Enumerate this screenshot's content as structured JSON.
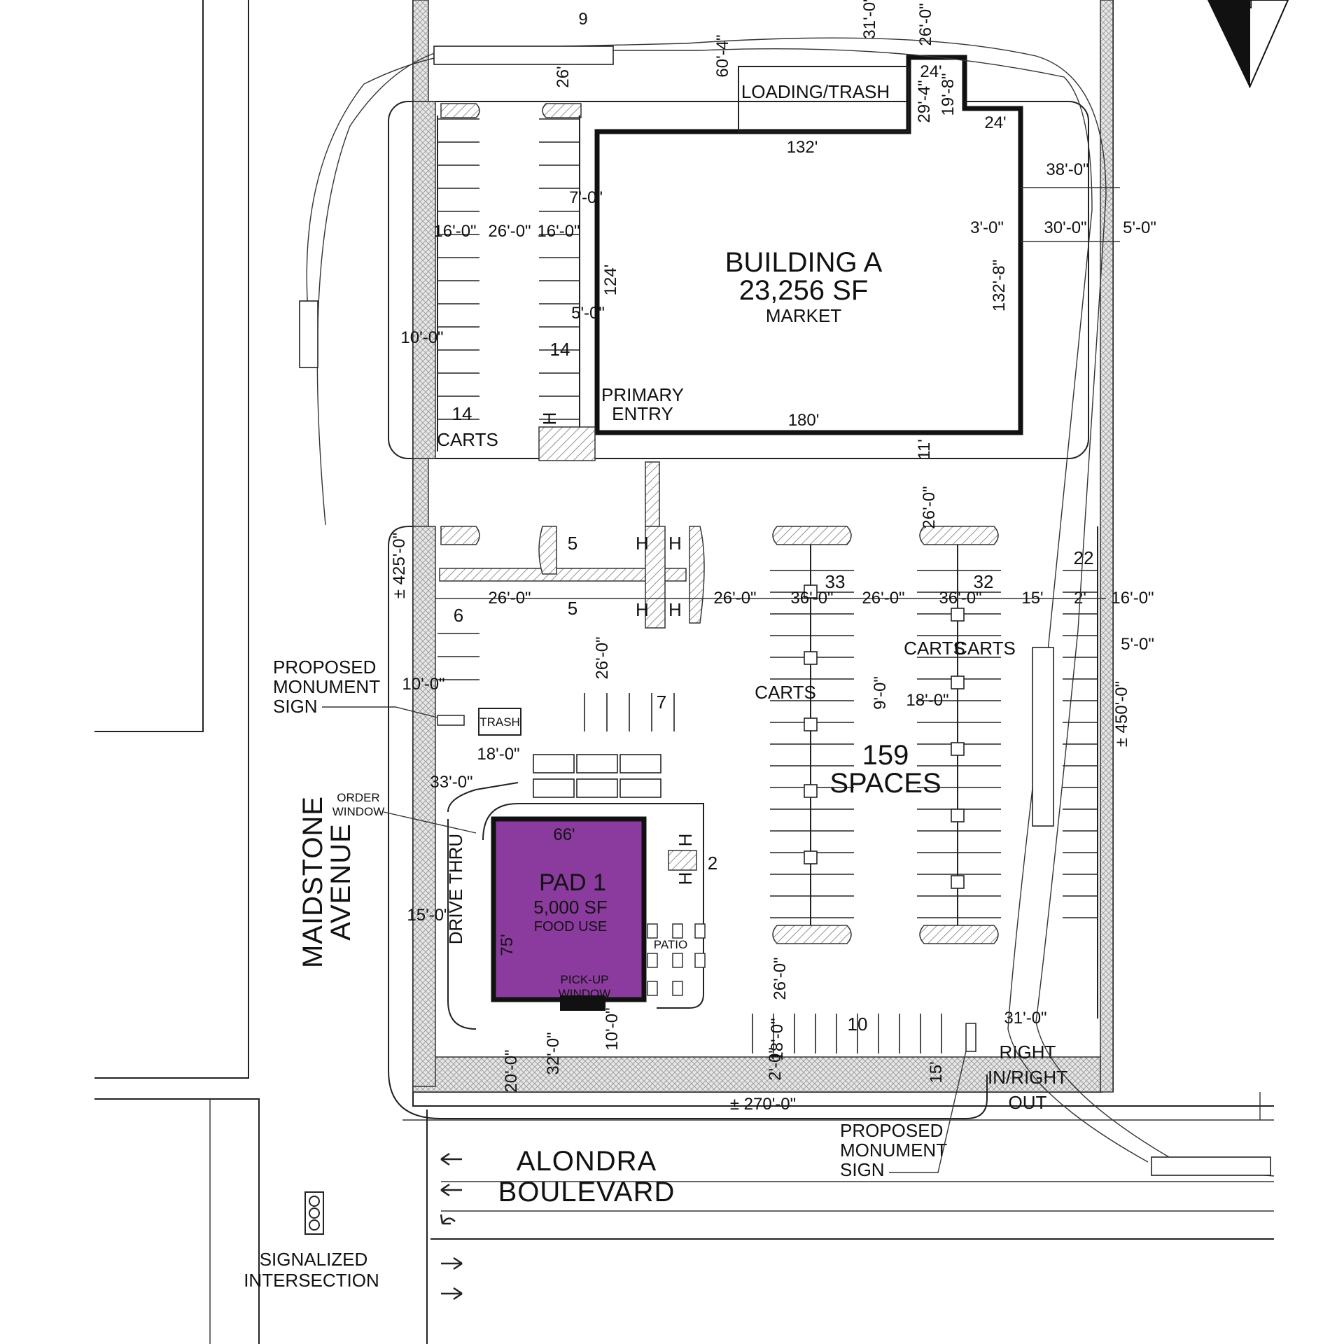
{
  "building_a": {
    "name": "BUILDING A",
    "area": "23,256 SF",
    "use": "MARKET",
    "loading": "LOADING/TRASH",
    "primary_entry": [
      "PRIMARY",
      "ENTRY"
    ],
    "dims": {
      "top": "132'",
      "bottom": "180'",
      "side": "124'",
      "right_side": "132'-8\"",
      "notch_w": "24'",
      "notch_h": "29'-4\"",
      "notch_h2": "19'-8\"",
      "notch_w2": "24'",
      "front": "11'"
    }
  },
  "pad1": {
    "name": "PAD 1",
    "area": "5,000 SF",
    "use": "FOOD USE",
    "width": "66'",
    "depth": "75'",
    "pickup": [
      "PICK-UP",
      "WINDOW"
    ],
    "order": [
      "ORDER",
      "WINDOW"
    ],
    "drive_thru": "DRIVE THRU",
    "patio": "PATIO",
    "trash": "TRASH",
    "color": "#8b3a9e"
  },
  "parking": {
    "total_count": "159",
    "total_label": "SPACES",
    "counts": [
      "14",
      "14",
      "5",
      "5",
      "6",
      "7",
      "33",
      "32",
      "22",
      "10",
      "2",
      "9"
    ],
    "carts": "CARTS",
    "handicap": "H"
  },
  "dimensions": [
    "16'-0\"",
    "26'-0\"",
    "16'-0\"",
    "7'-0\"",
    "5'-0\"",
    "10'-0\"",
    "38'-0\"",
    "3'-0\"",
    "30'-0\"",
    "5'-0\"",
    "36'-0\"",
    "26'-0\"",
    "16'-0\"",
    "2'-0\"",
    "9'-0\"",
    "18'-0\"",
    "33'-0\"",
    "15'-0\"",
    "20'-0\"",
    "32'-0\"",
    "31'-0\"",
    "60'-4\"",
    "26'",
    "31'-0\"",
    "26'-0\"",
    "15'",
    "2'",
    "16'-0\"",
    "18'-0\"",
    "2'-0\""
  ],
  "site": {
    "west": "± 425'-0\"",
    "east": "± 450'-0\"",
    "south": "± 270'-0\""
  },
  "signs": {
    "monument": [
      "PROPOSED",
      "MONUMENT",
      "SIGN"
    ],
    "right_in_out": [
      "RIGHT",
      "IN/RIGHT",
      "OUT"
    ],
    "signal": [
      "SIGNALIZED",
      "INTERSECTION"
    ]
  },
  "streets": {
    "west": [
      "MAIDSTONE",
      "AVENUE"
    ],
    "south": [
      "ALONDRA",
      "BOULEVARD"
    ]
  },
  "north_arrow": "N"
}
